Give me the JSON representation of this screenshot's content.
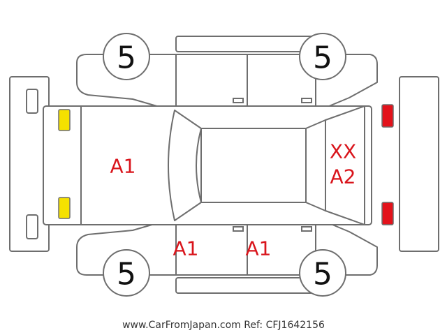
{
  "colors": {
    "damage_mark": "#d9141b",
    "lamp_front": "#f5e100",
    "lamp_rear": "#e3121b",
    "outline": "#6e6e6e"
  },
  "tires": {
    "front_left": "5",
    "front_right": "5",
    "rear_left": "5",
    "rear_right": "5"
  },
  "marks": {
    "hood": "A1",
    "rear_door_line1": "XX",
    "rear_door_line2": "A2",
    "front_door_bottom": "A1",
    "rear_side_door_bottom": "A1"
  },
  "footer": {
    "watermark": "www.CarFromJapan.com Ref: CFJ1642156"
  }
}
